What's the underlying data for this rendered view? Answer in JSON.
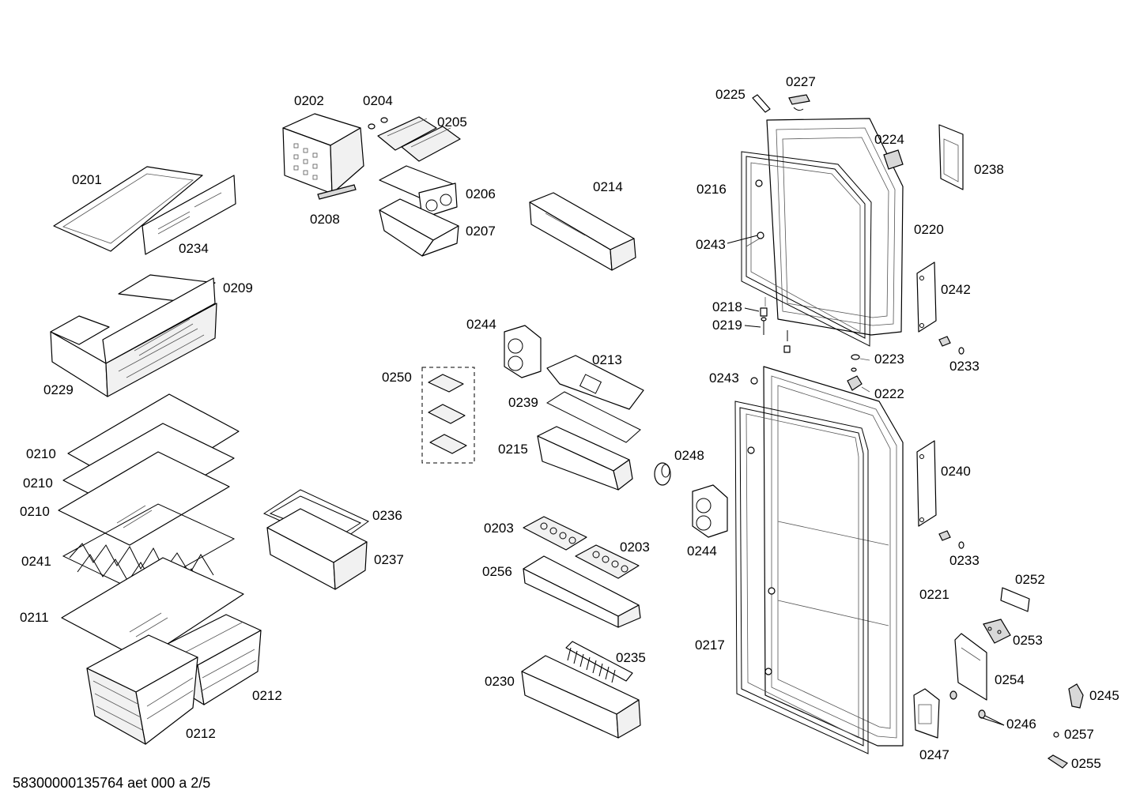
{
  "document_ref": "58300000135764 aet 000 a 2/5",
  "labels": {
    "p0201": "0201",
    "p0202": "0202",
    "p0203a": "0203",
    "p0203b": "0203",
    "p0204": "0204",
    "p0205": "0205",
    "p0206": "0206",
    "p0207": "0207",
    "p0208": "0208",
    "p0209": "0209",
    "p0210a": "0210",
    "p0210b": "0210",
    "p0210c": "0210",
    "p0211": "0211",
    "p0212a": "0212",
    "p0212b": "0212",
    "p0213": "0213",
    "p0214": "0214",
    "p0215": "0215",
    "p0216": "0216",
    "p0217": "0217",
    "p0218": "0218",
    "p0219": "0219",
    "p0220": "0220",
    "p0221": "0221",
    "p0222": "0222",
    "p0223": "0223",
    "p0224": "0224",
    "p0225": "0225",
    "p0227": "0227",
    "p0229": "0229",
    "p0230": "0230",
    "p0233a": "0233",
    "p0233b": "0233",
    "p0234": "0234",
    "p0235": "0235",
    "p0236": "0236",
    "p0237": "0237",
    "p0238": "0238",
    "p0239": "0239",
    "p0240": "0240",
    "p0241": "0241",
    "p0242": "0242",
    "p0243a": "0243",
    "p0243b": "0243",
    "p0244a": "0244",
    "p0244b": "0244",
    "p0245": "0245",
    "p0246": "0246",
    "p0247": "0247",
    "p0248": "0248",
    "p0250": "0250",
    "p0252": "0252",
    "p0253": "0253",
    "p0254": "0254",
    "p0255": "0255",
    "p0256": "0256",
    "p0257": "0257"
  }
}
